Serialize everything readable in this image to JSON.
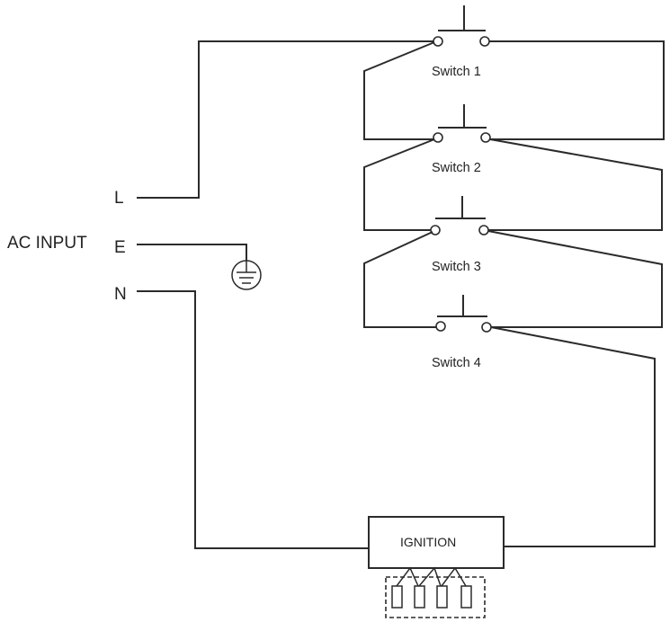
{
  "ac_input": {
    "label": "AC INPUT",
    "line": "L",
    "earth": "E",
    "neutral": "N"
  },
  "switches": [
    {
      "label": "Switch 1"
    },
    {
      "label": "Switch 2"
    },
    {
      "label": "Switch 3"
    },
    {
      "label": "Switch 4"
    }
  ],
  "ignition": {
    "label": "IGNITION",
    "electrodes": 4
  },
  "colors": {
    "line": "#2b2b2b",
    "background": "#ffffff"
  }
}
